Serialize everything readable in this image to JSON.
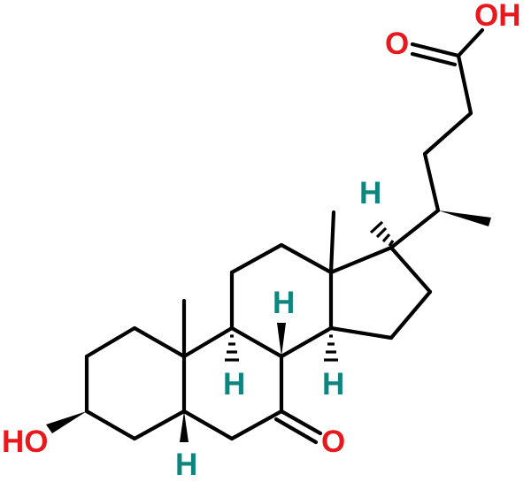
{
  "structure": {
    "atom_labels": {
      "hydroxyl": "HO",
      "ketone_oxygen": "O",
      "carboxyl_oxygen": "O",
      "carboxyl_hydroxyl": "OH",
      "h_c5": "H",
      "h_c8": "H",
      "h_c9": "H",
      "h_c14": "H",
      "h_c17": "H"
    },
    "colors": {
      "oxygen": "#e8191c",
      "stereo_hydrogen": "#0f8580",
      "bond": "#000000"
    }
  }
}
